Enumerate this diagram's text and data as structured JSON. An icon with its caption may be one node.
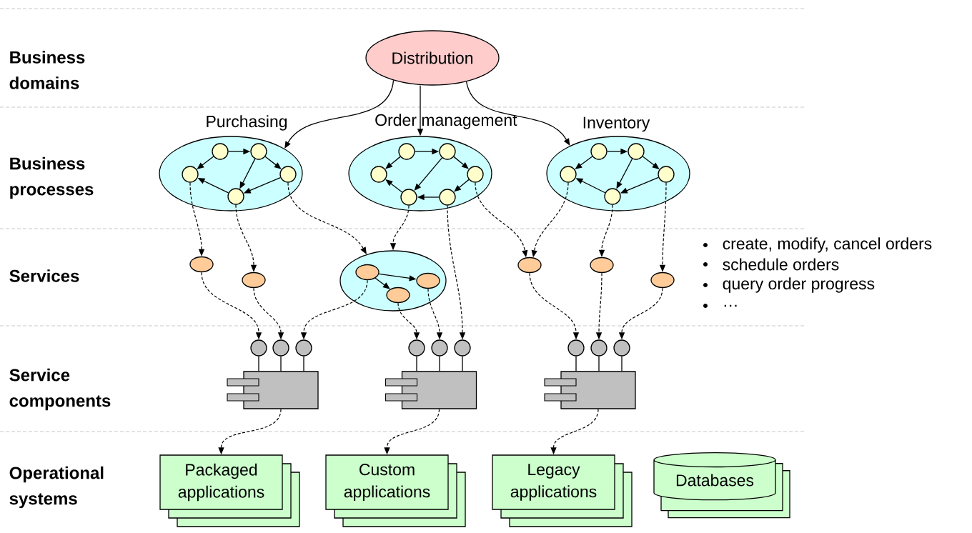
{
  "diagram": {
    "nodes": [
      {
        "text": [
          "Distribution"
        ]
      },
      {
        "text": [
          "Purchasing"
        ]
      },
      {
        "text": [],
        "shape": "circle",
        "in": 1
      },
      {
        "text": [],
        "shape": "circle",
        "in": 1
      },
      {
        "text": [],
        "shape": "circle",
        "in": 1
      },
      {
        "text": [],
        "shape": "circle",
        "in": 1
      },
      {
        "text": [],
        "shape": "circle",
        "in": 1
      },
      {
        "text": [
          "Order management"
        ]
      },
      {
        "text": [],
        "shape": "circle",
        "in": 7
      },
      {
        "text": [],
        "shape": "circle",
        "in": 7
      },
      {
        "text": [],
        "shape": "circle",
        "in": 7
      },
      {
        "text": [],
        "shape": "circle",
        "in": 7
      },
      {
        "text": [],
        "shape": "circle",
        "in": 7
      },
      {
        "text": [],
        "shape": "circle",
        "in": 7
      },
      {
        "text": [
          "Inventory"
        ]
      },
      {
        "text": [],
        "shape": "circle",
        "in": 14
      },
      {
        "text": [],
        "shape": "circle",
        "in": 14
      },
      {
        "text": [],
        "shape": "circle",
        "in": 14
      },
      {
        "text": [],
        "shape": "circle",
        "in": 14
      },
      {
        "text": [],
        "shape": "circle",
        "in": 14
      },
      {
        "text": [],
        "shape": "ellipse"
      },
      {
        "text": [],
        "shape": "ellipse"
      },
      {
        "text": [],
        "shape": "ellipse"
      },
      {
        "text": [],
        "shape": "ellipse",
        "in": 22
      },
      {
        "text": [],
        "shape": "ellipse",
        "in": 22
      },
      {
        "text": [],
        "shape": "ellipse",
        "in": 22
      },
      {
        "text": [],
        "shape": "ellipse"
      },
      {
        "text": [],
        "shape": "ellipse"
      },
      {
        "text": [],
        "shape": "ellipse"
      },
      {
        "text": [],
        "shape": "circle"
      },
      {
        "text": [],
        "shape": "circle"
      },
      {
        "text": [],
        "shape": "circle"
      },
      {
        "text": [],
        "shape": "circle"
      },
      {
        "text": [],
        "shape": "circle"
      },
      {
        "text": [],
        "shape": "circle"
      },
      {
        "text": [],
        "shape": "circle"
      },
      {
        "text": [],
        "shape": "circle"
      },
      {
        "text": [],
        "shape": "circle"
      },
      {
        "text": [],
        "shape": "box"
      },
      {
        "text": [],
        "shape": "box"
      },
      {
        "text": [],
        "shape": "box"
      },
      {
        "text": [
          "Packaged applications"
        ]
      },
      {
        "text": [
          "Custom applications"
        ]
      },
      {
        "text": [
          "Legacy applications"
        ]
      },
      {
        "text": [
          "Databases"
        ]
      }
    ],
    "edges": [
      {
        "from": 0,
        "to": 1,
        "arrow": "to"
      },
      {
        "from": 0,
        "to": 7,
        "arrow": "to"
      },
      {
        "from": 0,
        "to": 14,
        "arrow": "to"
      },
      {
        "from": 2,
        "to": 3,
        "arrow": "to"
      },
      {
        "from": 2,
        "to": 4,
        "arrow": "to"
      },
      {
        "from": 3,
        "to": 5,
        "arrow": "to"
      },
      {
        "from": 3,
        "to": 6,
        "arrow": "to"
      },
      {
        "from": 6,
        "to": 5,
        "arrow": "to"
      },
      {
        "from": 5,
        "to": 4,
        "arrow": "to"
      },
      {
        "from": 8,
        "to": 9,
        "arrow": "to"
      },
      {
        "from": 8,
        "to": 10,
        "arrow": "to"
      },
      {
        "from": 9,
        "to": 11,
        "arrow": "to"
      },
      {
        "from": 9,
        "to": 13,
        "arrow": "to"
      },
      {
        "from": 13,
        "to": 12,
        "arrow": "to"
      },
      {
        "from": 12,
        "to": 11,
        "arrow": "to"
      },
      {
        "from": 11,
        "to": 10,
        "arrow": "to"
      },
      {
        "from": 15,
        "to": 16,
        "arrow": "to"
      },
      {
        "from": 15,
        "to": 17,
        "arrow": "to"
      },
      {
        "from": 16,
        "to": 18,
        "arrow": "to"
      },
      {
        "from": 16,
        "to": 19,
        "arrow": "to"
      },
      {
        "from": 19,
        "to": 18,
        "arrow": "to"
      },
      {
        "from": 18,
        "to": 17,
        "arrow": "to"
      },
      {
        "from": 23,
        "to": 24,
        "arrow": "to"
      },
      {
        "from": 23,
        "to": 25,
        "arrow": "to"
      },
      {
        "from": 4,
        "to": 20,
        "arrow": "to",
        "style": "dashed"
      },
      {
        "from": 5,
        "to": 21,
        "arrow": "to",
        "style": "dashed"
      },
      {
        "from": 6,
        "to": 22,
        "arrow": "to",
        "style": "dashed"
      },
      {
        "from": 11,
        "to": 22,
        "arrow": "to",
        "style": "dashed"
      },
      {
        "from": 12,
        "to": 34,
        "arrow": "to",
        "style": "dashed"
      },
      {
        "from": 13,
        "to": 26,
        "arrow": "to",
        "style": "dashed"
      },
      {
        "from": 17,
        "to": 26,
        "arrow": "to",
        "style": "dashed"
      },
      {
        "from": 18,
        "to": 27,
        "arrow": "to",
        "style": "dashed"
      },
      {
        "from": 19,
        "to": 28,
        "arrow": "to",
        "style": "dashed"
      },
      {
        "from": 20,
        "to": 29,
        "arrow": "to",
        "style": "dashed"
      },
      {
        "from": 21,
        "to": 30,
        "arrow": "to",
        "style": "dashed"
      },
      {
        "from": 23,
        "to": 31,
        "arrow": "to",
        "style": "dashed"
      },
      {
        "from": 25,
        "to": 32,
        "arrow": "to",
        "style": "dashed"
      },
      {
        "from": 24,
        "to": 33,
        "arrow": "to",
        "style": "dashed"
      },
      {
        "from": 26,
        "to": 35,
        "arrow": "to",
        "style": "dashed"
      },
      {
        "from": 27,
        "to": 36,
        "arrow": "to",
        "style": "dashed"
      },
      {
        "from": 28,
        "to": 37,
        "arrow": "to",
        "style": "dashed"
      },
      {
        "from": 29,
        "to": 38,
        "arrow": "none"
      },
      {
        "from": 30,
        "to": 38,
        "arrow": "none"
      },
      {
        "from": 31,
        "to": 38,
        "arrow": "none"
      },
      {
        "from": 32,
        "to": 39,
        "arrow": "none"
      },
      {
        "from": 33,
        "to": 39,
        "arrow": "none"
      },
      {
        "from": 34,
        "to": 39,
        "arrow": "none"
      },
      {
        "from": 35,
        "to": 40,
        "arrow": "none"
      },
      {
        "from": 36,
        "to": 40,
        "arrow": "none"
      },
      {
        "from": 37,
        "to": 40,
        "arrow": "none"
      },
      {
        "from": 38,
        "to": 41,
        "arrow": "to",
        "style": "dashed"
      },
      {
        "from": 39,
        "to": 42,
        "arrow": "to",
        "style": "dashed"
      },
      {
        "from": 40,
        "to": 43,
        "arrow": "to",
        "style": "dashed"
      }
    ],
    "labels": [
      "Business domains",
      "Business processes",
      "Services",
      "Service components",
      "Operational systems",
      "create, modify, cancel orders",
      "schedule orders",
      "query order progress",
      "…"
    ]
  }
}
